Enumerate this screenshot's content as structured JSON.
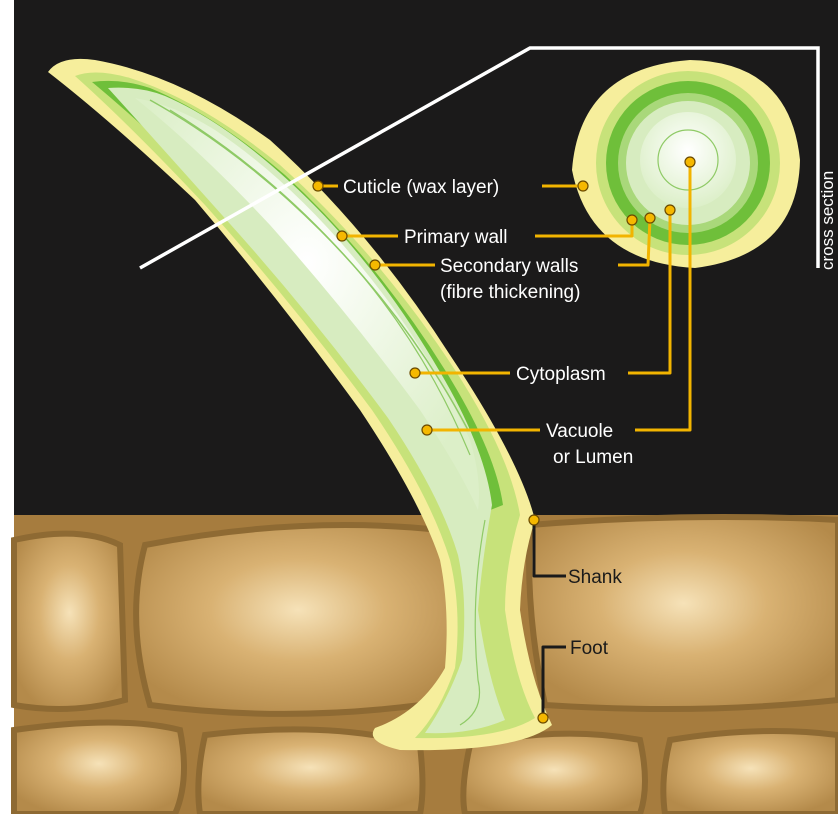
{
  "diagram": {
    "labels": {
      "cuticle": "Cuticle (wax layer)",
      "primary_wall": "Primary wall",
      "secondary_walls_line1": "Secondary walls",
      "secondary_walls_line2": "(fibre thickening)",
      "cytoplasm": "Cytoplasm",
      "vacuole_line1": "Vacuole",
      "vacuole_line2": "or Lumen",
      "shank": "Shank",
      "foot": "Foot",
      "cross_section": "cross section"
    },
    "colors": {
      "background": "#1b1a1a",
      "cuticle": "#f6ee9c",
      "primary_wall": "#c7e27a",
      "secondary_wall": "#6fbf3a",
      "cytoplasm": "#d7ecc0",
      "lumen": "#eef6e4",
      "epidermis": "#c9a465",
      "leader": "#f2b400"
    }
  }
}
